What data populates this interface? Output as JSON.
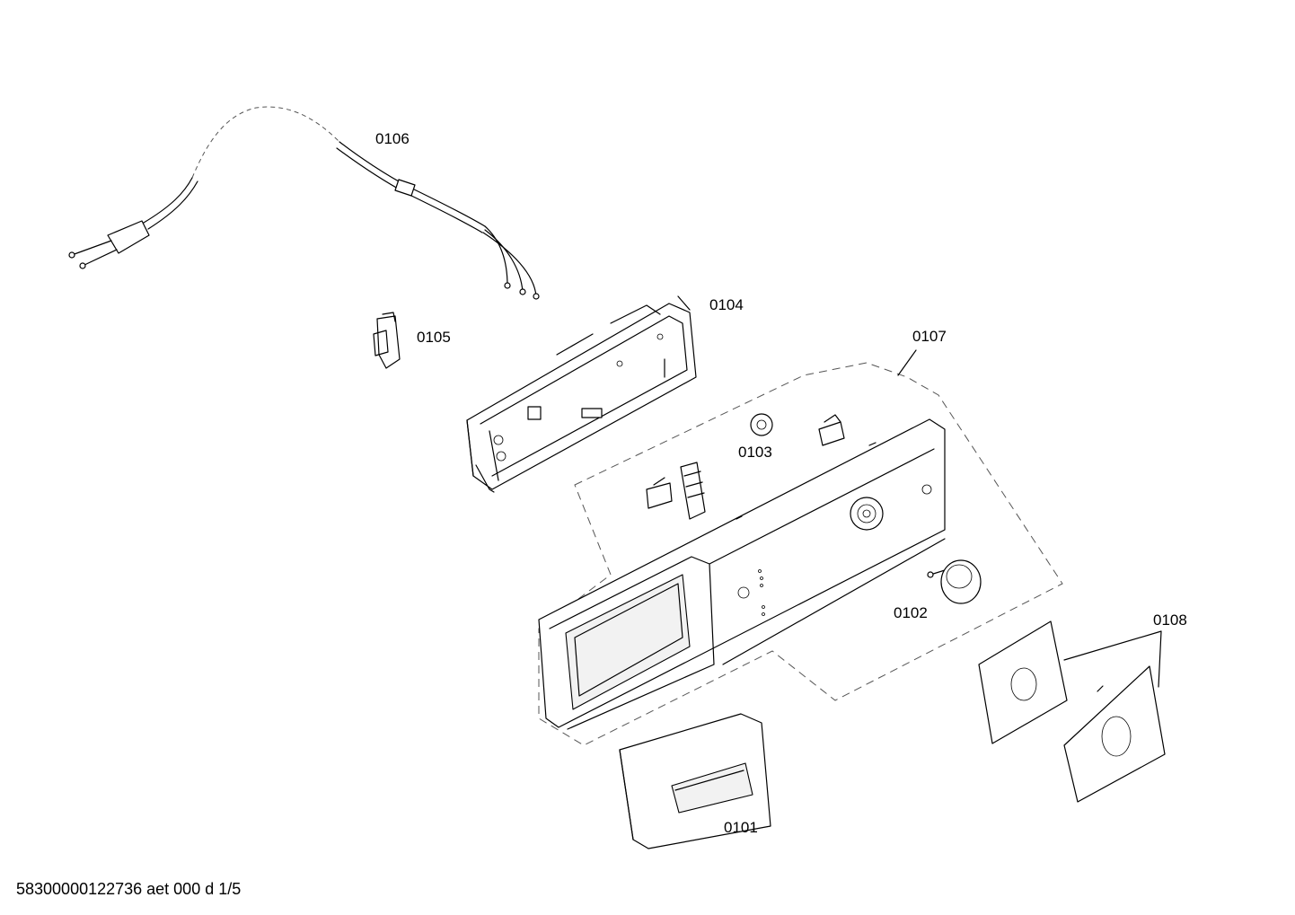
{
  "parts": [
    {
      "id": "cable",
      "label": "0106"
    },
    {
      "id": "module-frame",
      "label": "0104"
    },
    {
      "id": "clip",
      "label": "0105"
    },
    {
      "id": "fascia-set",
      "label": "0107"
    },
    {
      "id": "small-parts",
      "label": "0103"
    },
    {
      "id": "knob",
      "label": "0102"
    },
    {
      "id": "covers",
      "label": "0108"
    },
    {
      "id": "handle",
      "label": "0101"
    }
  ],
  "footer": {
    "code": "58300000122736 aet 000 d 1/5"
  }
}
